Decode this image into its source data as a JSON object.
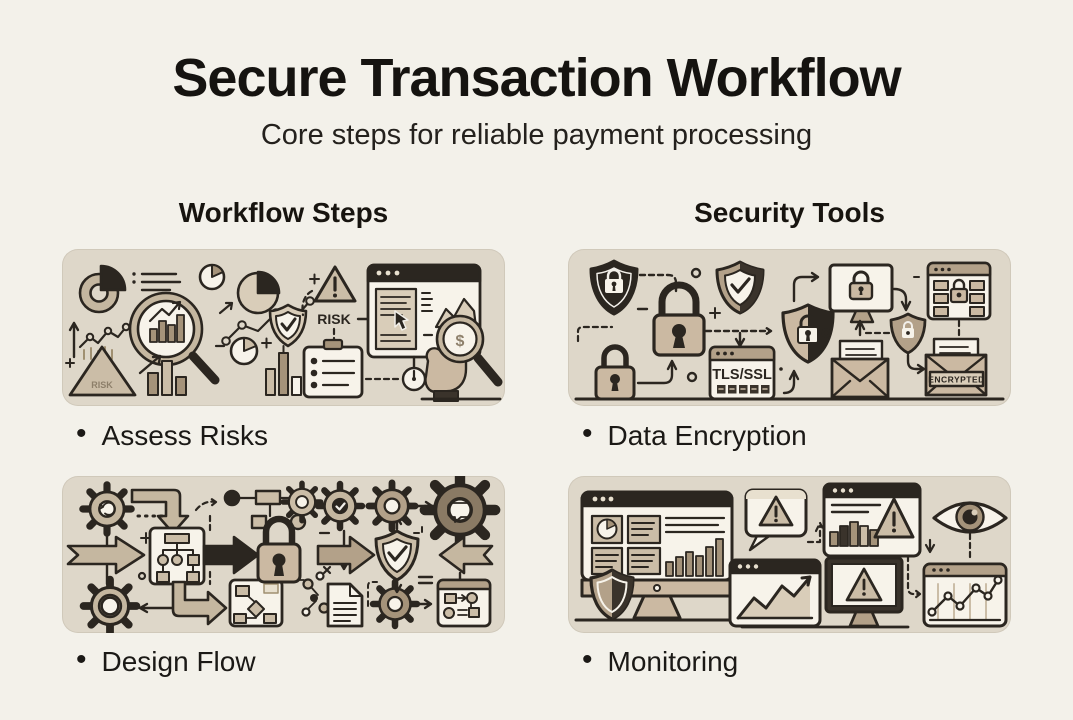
{
  "header": {
    "title": "Secure Transaction Workflow",
    "subtitle": "Core steps for reliable payment processing"
  },
  "columns": [
    {
      "header": "Workflow Steps",
      "panels": [
        {
          "id": "assess-risks",
          "label": "Assess Risks",
          "bullet": "•",
          "inline_texts": {
            "risk_label": "RISK",
            "risk_mountain": "RISK",
            "dollar": "$"
          },
          "icons": [
            "donut-chart-icon",
            "list-icon",
            "magnifier-bar-chart-icon",
            "pie-chart-icon",
            "line-chart-icon",
            "trend-arrow-icon",
            "risk-mountain-icon",
            "bar-chart-icon",
            "shield-check-icon",
            "warning-triangle-icon",
            "clipboard-checklist-icon",
            "browser-report-icon",
            "cursor-icon",
            "gauge-icon",
            "hand-magnifier-dollar-icon"
          ]
        },
        {
          "id": "design-flow",
          "label": "Design Flow",
          "bullet": "•",
          "inline_texts": {},
          "icons": [
            "gear-icon",
            "elbow-arrow-icon",
            "flowchart-icon",
            "chevron-arrow-icon",
            "flowchart-card-icon",
            "black-arrow-icon",
            "padlock-icon",
            "scatter-network-icon",
            "gear-check-icon",
            "shield-check-icon",
            "document-icon",
            "big-gear-chat-icon",
            "flow-card-icon"
          ]
        }
      ]
    },
    {
      "header": "Security Tools",
      "panels": [
        {
          "id": "data-encryption",
          "label": "Data Encryption",
          "bullet": "•",
          "inline_texts": {
            "tls": "TLS/SSL",
            "encrypted": "ENCRYPTED"
          },
          "icons": [
            "shield-lock-icon",
            "padlock-icon",
            "shield-check-icon",
            "tls-browser-icon",
            "two-tone-shield-lock-icon",
            "monitor-lock-icon",
            "envelope-letter-icon",
            "mini-shield-lock-icon",
            "browser-grid-lock-icon",
            "encrypted-envelope-icon"
          ]
        },
        {
          "id": "monitoring",
          "label": "Monitoring",
          "bullet": "•",
          "inline_texts": {},
          "icons": [
            "dashboard-monitor-icon",
            "pie-chart-icon",
            "bar-chart-icon",
            "shield-icon",
            "alert-bubble-icon",
            "warning-triangle-icon",
            "alert-browser-icon",
            "eye-icon",
            "trend-browser-icon",
            "alert-monitor-icon",
            "dotted-line-chart-browser-icon"
          ]
        }
      ]
    }
  ],
  "colors": {
    "page_bg": "#f3f1ea",
    "panel_bg": "#ded7c9",
    "ink": "#2b2620",
    "tan": "#c5b7a0",
    "cream": "#f7f3ea"
  }
}
